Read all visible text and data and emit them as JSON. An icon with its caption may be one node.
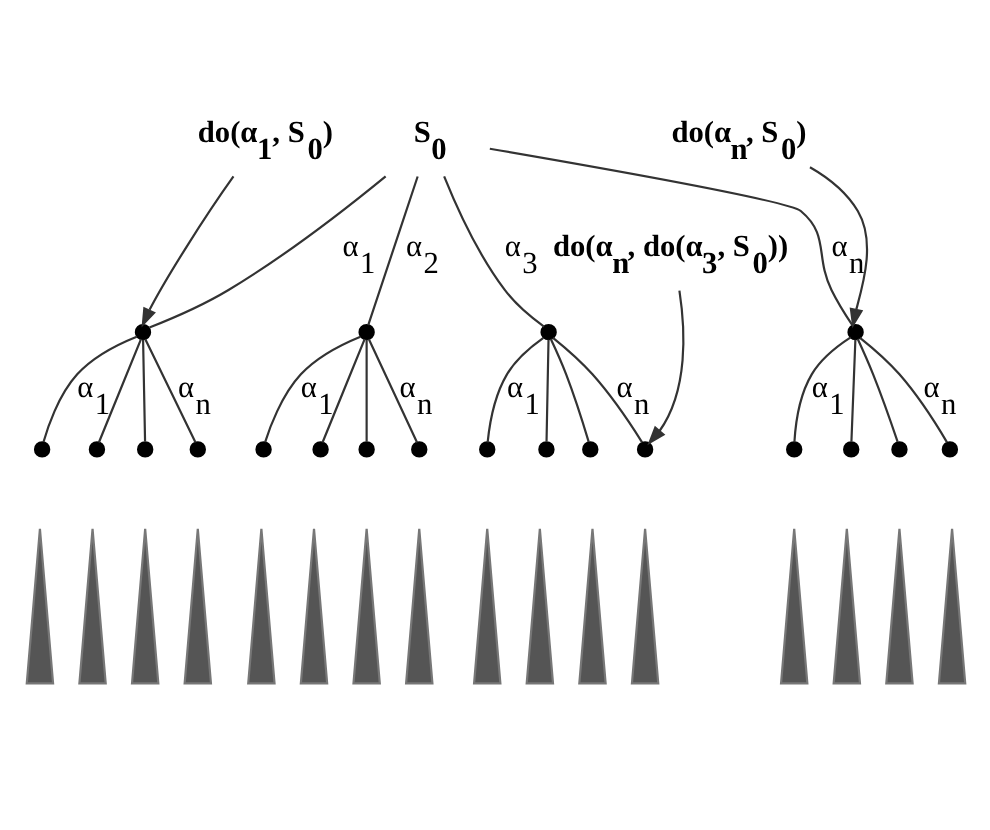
{
  "diagram": {
    "nodes": [
      {
        "text": [
          "S$_{0}$"
        ]
      },
      {
        "text": [
          "do(α$_{1}$, S$_{0}$)"
        ]
      },
      {
        "text": [
          "do(α$_{n}$, S$_{0}$)"
        ]
      },
      {
        "text": [],
        "shape": "circle"
      },
      {
        "text": [],
        "shape": "circle"
      },
      {
        "text": [],
        "shape": "circle"
      },
      {
        "text": [],
        "shape": "circle"
      },
      {
        "text": [
          "do(α$_{n}$, do(α$_{3}$, S$_{0}$))"
        ]
      },
      {
        "text": [],
        "shape": "circle"
      },
      {
        "text": [],
        "shape": "circle"
      },
      {
        "text": [],
        "shape": "circle"
      },
      {
        "text": [],
        "shape": "circle"
      },
      {
        "text": [],
        "shape": "circle"
      },
      {
        "text": [],
        "shape": "circle"
      },
      {
        "text": [],
        "shape": "circle"
      },
      {
        "text": [],
        "shape": "circle"
      },
      {
        "text": [],
        "shape": "circle"
      },
      {
        "text": [],
        "shape": "circle"
      },
      {
        "text": [],
        "shape": "circle"
      },
      {
        "text": [],
        "shape": "circle"
      },
      {
        "text": [],
        "shape": "circle"
      },
      {
        "text": [],
        "shape": "circle"
      },
      {
        "text": [],
        "shape": "circle"
      },
      {
        "text": [],
        "shape": "circle"
      },
      {
        "text": [],
        "shape": "triangle"
      },
      {
        "text": [],
        "shape": "triangle"
      },
      {
        "text": [],
        "shape": "triangle"
      },
      {
        "text": [],
        "shape": "triangle"
      },
      {
        "text": [],
        "shape": "triangle"
      },
      {
        "text": [],
        "shape": "triangle"
      },
      {
        "text": [],
        "shape": "triangle"
      },
      {
        "text": [],
        "shape": "triangle"
      },
      {
        "text": [],
        "shape": "triangle"
      },
      {
        "text": [],
        "shape": "triangle"
      },
      {
        "text": [],
        "shape": "triangle"
      },
      {
        "text": [],
        "shape": "triangle"
      },
      {
        "text": [],
        "shape": "triangle"
      },
      {
        "text": [],
        "shape": "triangle"
      },
      {
        "text": [],
        "shape": "triangle"
      },
      {
        "text": [],
        "shape": "triangle"
      }
    ],
    "edges": [
      {
        "from": 0,
        "to": 3,
        "arrow": "none",
        "label": "α$_{1}$"
      },
      {
        "from": 0,
        "to": 4,
        "arrow": "none",
        "label": "α$_{2}$"
      },
      {
        "from": 0,
        "to": 5,
        "arrow": "none",
        "label": "α$_{3}$"
      },
      {
        "from": 0,
        "to": 6,
        "arrow": "none",
        "label": "α$_{n}$"
      },
      {
        "from": 3,
        "to": 8,
        "arrow": "none",
        "label": "α$_{1}$"
      },
      {
        "from": 3,
        "to": 9,
        "arrow": "none"
      },
      {
        "from": 3,
        "to": 10,
        "arrow": "none"
      },
      {
        "from": 3,
        "to": 11,
        "arrow": "none",
        "label": "α$_{n}$"
      },
      {
        "from": 4,
        "to": 12,
        "arrow": "none",
        "label": "α$_{1}$"
      },
      {
        "from": 4,
        "to": 13,
        "arrow": "none"
      },
      {
        "from": 4,
        "to": 14,
        "arrow": "none"
      },
      {
        "from": 4,
        "to": 15,
        "arrow": "none",
        "label": "α$_{n}$"
      },
      {
        "from": 5,
        "to": 16,
        "arrow": "none",
        "label": "α$_{1}$"
      },
      {
        "from": 5,
        "to": 17,
        "arrow": "none"
      },
      {
        "from": 5,
        "to": 18,
        "arrow": "none"
      },
      {
        "from": 5,
        "to": 19,
        "arrow": "none",
        "label": "α$_{n}$"
      },
      {
        "from": 6,
        "to": 20,
        "arrow": "none",
        "label": "α$_{1}$"
      },
      {
        "from": 6,
        "to": 21,
        "arrow": "none"
      },
      {
        "from": 6,
        "to": 22,
        "arrow": "none"
      },
      {
        "from": 6,
        "to": 23,
        "arrow": "none",
        "label": "α$_{n}$"
      },
      {
        "from": 1,
        "to": 3,
        "arrow": "to"
      },
      {
        "from": 2,
        "to": 6,
        "arrow": "to"
      },
      {
        "from": 7,
        "to": 19,
        "arrow": "to"
      }
    ]
  }
}
